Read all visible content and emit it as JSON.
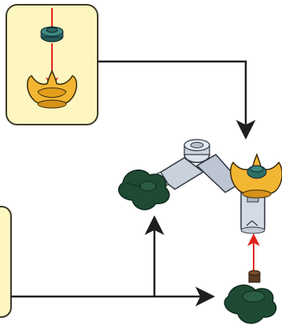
{
  "diagram": {
    "kind": "assembly-instruction-step",
    "colors": {
      "callout_fill": "#fdf6c0",
      "callout_border": "#3a3a2a",
      "flow_arrow": "#1e1e1e",
      "insert_arrow": "#e2231a",
      "leaf_green": "#1f4a33",
      "teal_stud": "#2f6f66",
      "flower_yellow": "#f2b632",
      "connector_gray": "#c9d1dc",
      "brown_stem": "#5b3b22"
    },
    "icons": [
      "callout-box-top-left",
      "callout-box-bottom-left",
      "teal-round-plate-icon",
      "yellow-flower-icon",
      "dark-green-leaf-icon",
      "brown-stem-icon",
      "light-gray-connector-icon"
    ]
  }
}
